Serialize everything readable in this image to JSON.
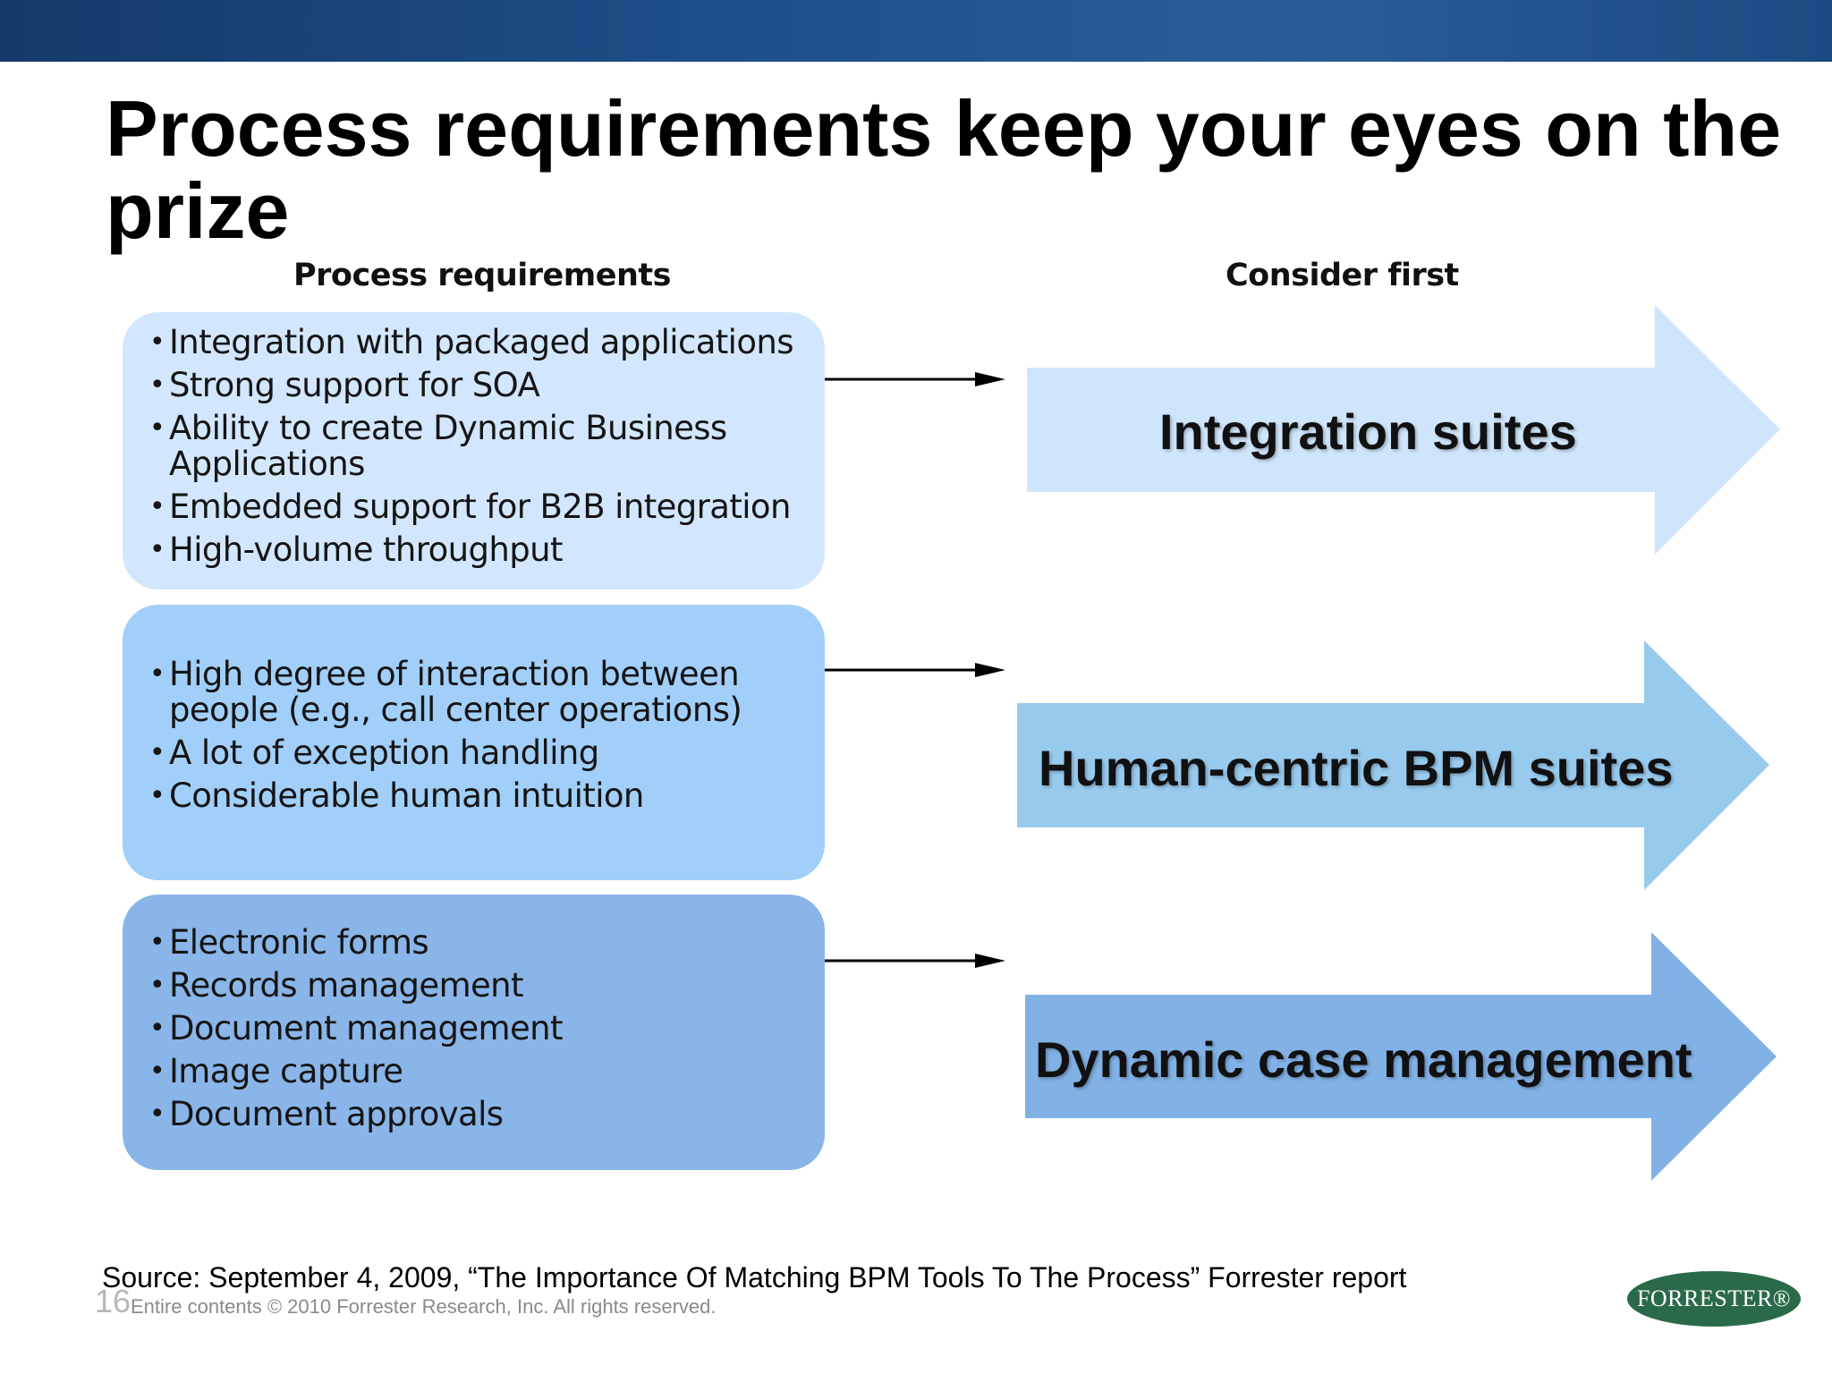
{
  "title": "Process requirements keep your eyes on the prize",
  "headers": {
    "left": "Process requirements",
    "right": "Consider first"
  },
  "groups": [
    {
      "requirements": [
        "Integration with packaged applications",
        "Strong support for SOA",
        "Ability to create Dynamic Business Applications",
        "Embedded support for B2B integration",
        "High-volume throughput"
      ],
      "result": "Integration suites",
      "box_color": "#d2e7fd",
      "arrow_color": "#cfe5fc"
    },
    {
      "requirements": [
        "High degree of interaction between people (e.g., call center operations)",
        "A lot of exception handling",
        "Considerable human intuition"
      ],
      "result": "Human-centric BPM suites",
      "box_color": "#a1cff9",
      "arrow_color": "#98caee"
    },
    {
      "requirements": [
        "Electronic forms",
        "Records management",
        "Document management",
        "Image capture",
        "Document approvals"
      ],
      "result": "Dynamic case management",
      "box_color": "#89b5e8",
      "arrow_color": "#82b1e6"
    }
  ],
  "footer": {
    "source": "Source: September 4, 2009, “The Importance Of Matching BPM Tools To The Process” Forrester report",
    "page_number": "16",
    "copyright": "Entire contents © 2010 Forrester Research, Inc. All rights reserved.",
    "logo": "FORRESTER®"
  },
  "colors": {
    "top_bar": "#1e4f8a",
    "logo_green": "#2a6a4a"
  }
}
